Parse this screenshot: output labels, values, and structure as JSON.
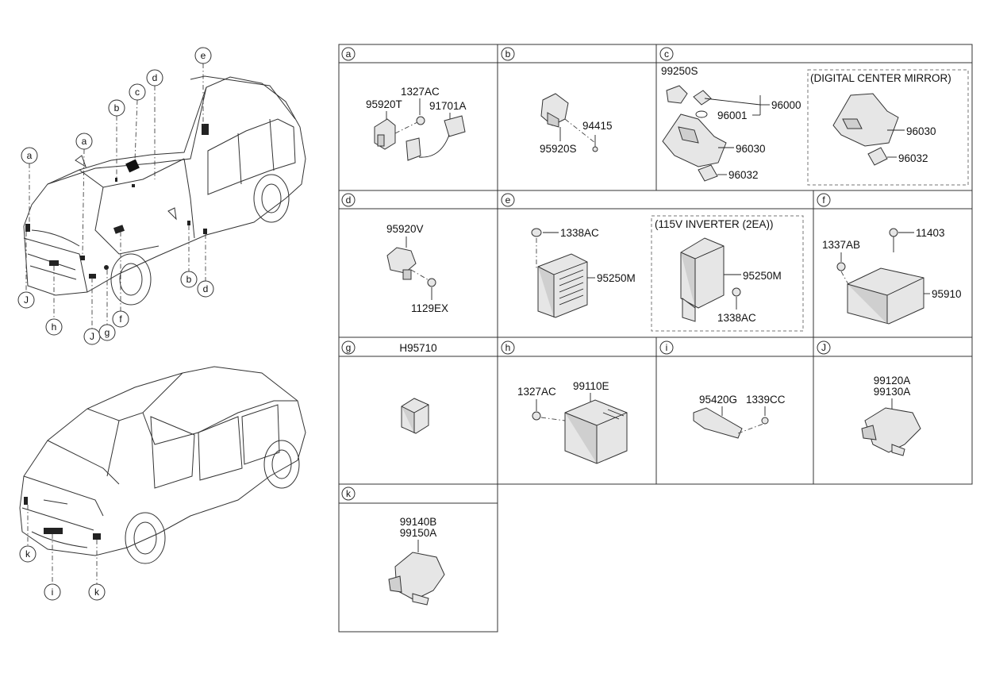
{
  "cells": {
    "a": {
      "letter": "a",
      "parts": [
        "1327AC",
        "95920T",
        "91701A"
      ]
    },
    "b": {
      "letter": "b",
      "parts": [
        "94415",
        "95920S"
      ]
    },
    "c": {
      "letter": "c",
      "parts": [
        "99250S",
        "96001",
        "96000",
        "96030",
        "96032"
      ],
      "subbox_title": "(DIGITAL CENTER MIRROR)",
      "subbox_parts": [
        "96030",
        "96032"
      ]
    },
    "d": {
      "letter": "d",
      "parts": [
        "95920V",
        "1129EX"
      ]
    },
    "e": {
      "letter": "e",
      "parts": [
        "1338AC",
        "95250M"
      ],
      "subbox_title": "(115V INVERTER (2EA))",
      "subbox_parts": [
        "95250M",
        "1338AC"
      ]
    },
    "f": {
      "letter": "f",
      "parts": [
        "11403",
        "1337AB",
        "95910"
      ]
    },
    "g": {
      "letter": "g",
      "header_part": "H95710"
    },
    "h": {
      "letter": "h",
      "parts": [
        "1327AC",
        "99110E"
      ]
    },
    "i": {
      "letter": "i",
      "parts": [
        "95420G",
        "1339CC"
      ]
    },
    "j": {
      "letter": "J",
      "parts": [
        "99120A",
        "99130A"
      ]
    },
    "k": {
      "letter": "k",
      "parts": [
        "99140B",
        "99150A"
      ]
    }
  },
  "front_view_callouts": [
    "a",
    "a",
    "b",
    "c",
    "d",
    "e",
    "J",
    "h",
    "J",
    "g",
    "f",
    "b",
    "d"
  ],
  "rear_view_callouts": [
    "k",
    "i",
    "k"
  ]
}
